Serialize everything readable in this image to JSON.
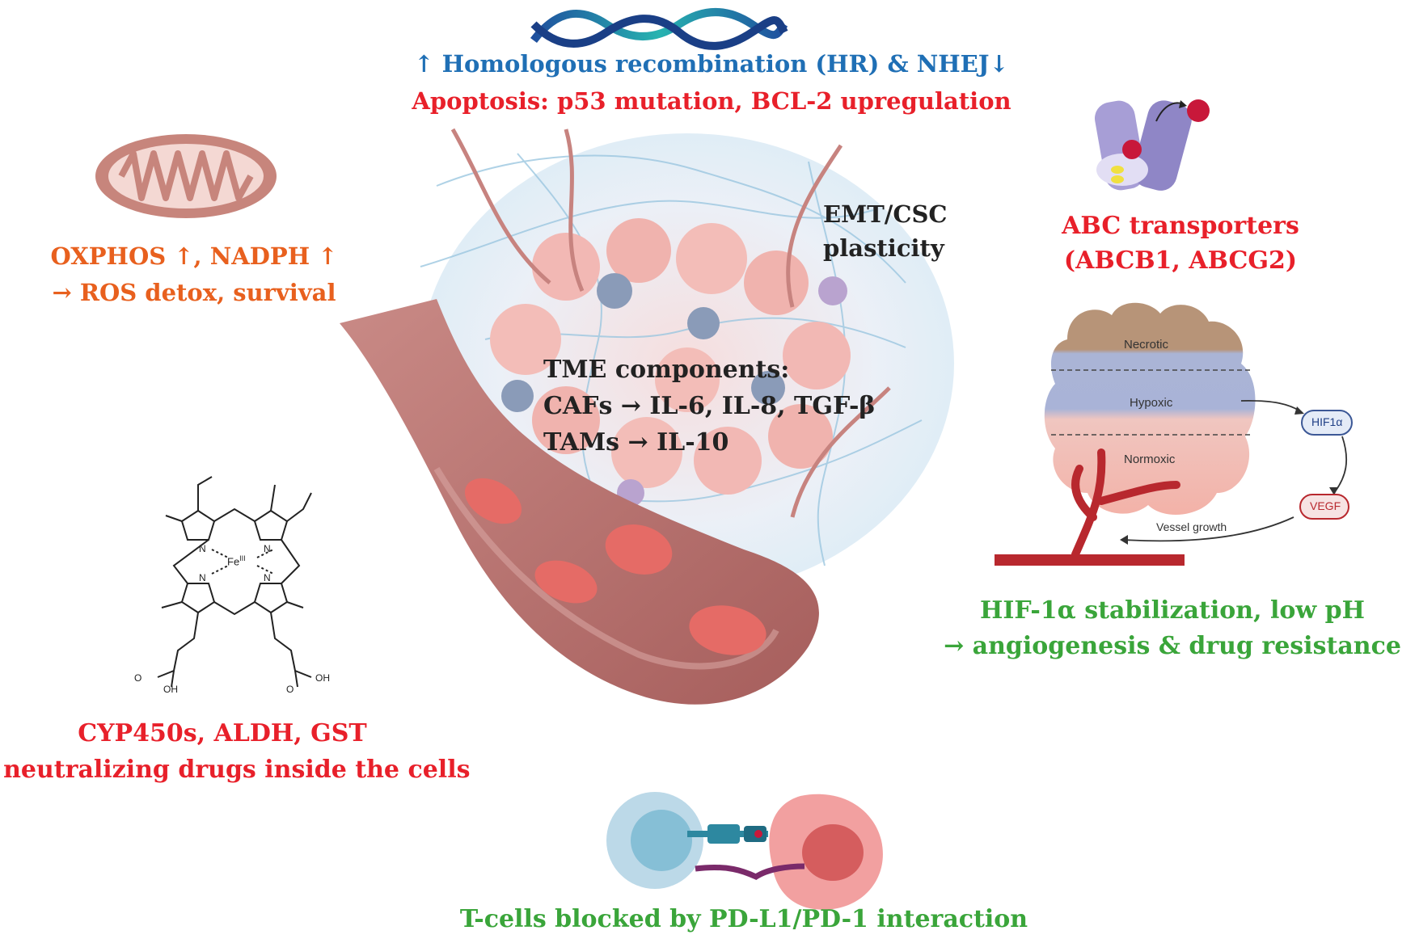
{
  "colors": {
    "blue": "#1f6fb5",
    "red": "#e8202a",
    "orange": "#e8601e",
    "green": "#3aa53a",
    "dark": "#222222"
  },
  "top": {
    "line1": "↑ Homologous recombination (HR) & NHEJ↓",
    "line2": "Apoptosis: p53 mutation, BCL-2 upregulation"
  },
  "mito": {
    "line1": "OXPHOS ↑, NADPH ↑",
    "line2": "→ ROS detox, survival"
  },
  "emt": {
    "line1": "EMT/CSC",
    "line2": "plasticity"
  },
  "tme": {
    "line1": "TME components:",
    "line2": "CAFs → IL-6, IL-8, TGF-β",
    "line3": "TAMs → IL-10"
  },
  "abc": {
    "line1": "ABC transporters",
    "line2": "(ABCB1, ABCG2)"
  },
  "hypoxia": {
    "necrotic": "Necrotic",
    "hypoxic": "Hypoxic",
    "normoxic": "Normoxic",
    "hif1a": "HIF1α",
    "vegf": "VEGF",
    "vessel_growth": "Vessel growth",
    "caption1": "HIF-1α stabilization, low pH",
    "caption2": "→ angiogenesis & drug resistance"
  },
  "heme": {
    "fe": "Fe",
    "fe_ox": "III",
    "n": "N",
    "oh": "OH",
    "o": "O"
  },
  "cyp": {
    "line1": "CYP450s, ALDH, GST",
    "line2": "→ neutralizing drugs inside the cells"
  },
  "tcell": {
    "caption": "T-cells blocked by PD-L1/PD-1 interaction"
  }
}
